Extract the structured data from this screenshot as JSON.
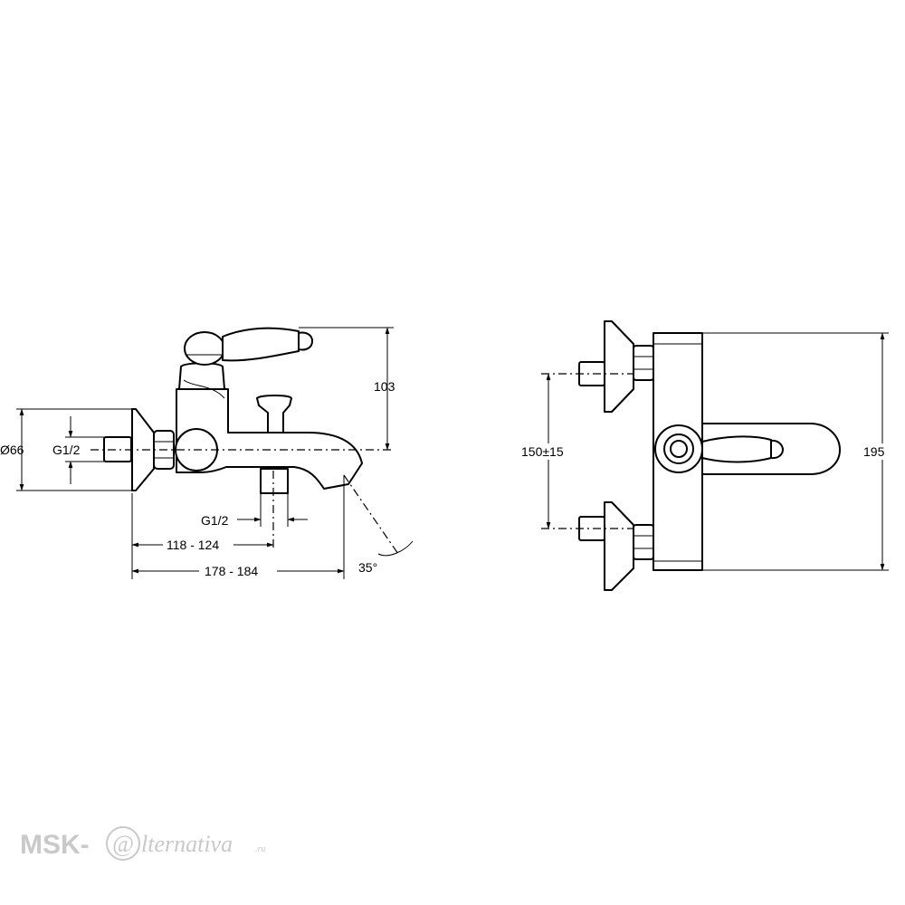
{
  "side_view": {
    "dim_height": "103",
    "dim_diameter": "Ø66",
    "dim_thread_inlet": "G1/2",
    "dim_thread_outlet": "G1/2",
    "dim_depth_short": "118 - 124",
    "dim_depth_long": "178 - 184",
    "dim_angle": "35°"
  },
  "front_view": {
    "dim_inlet_spacing": "150±15",
    "dim_total_height": "195"
  },
  "watermark": {
    "prefix": "MSK-",
    "at_sign": "@",
    "brand": "lternativa",
    "tld": ".ru"
  }
}
